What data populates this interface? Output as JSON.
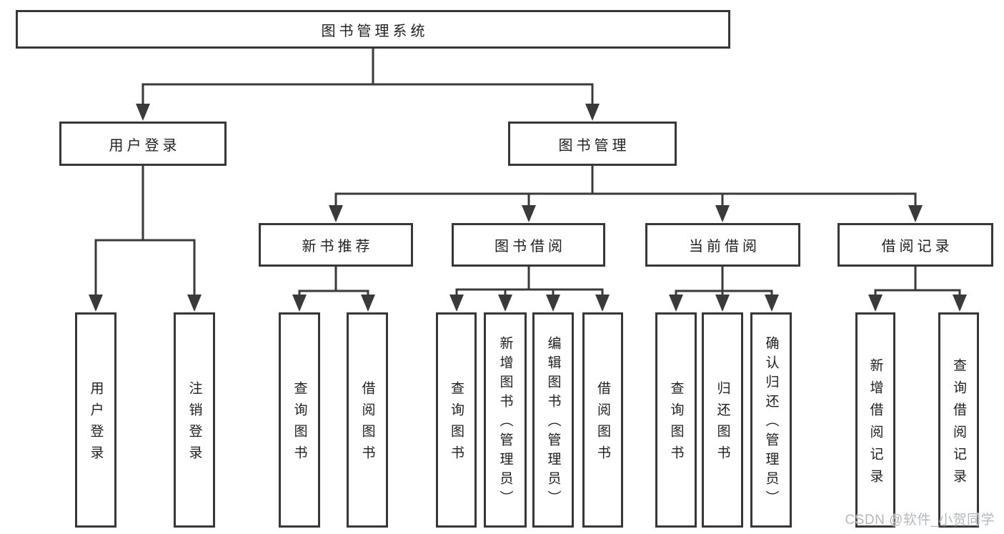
{
  "diagram": {
    "root": {
      "label": "图书管理系统"
    },
    "branches": [
      {
        "label": "用户登录",
        "children": [
          {
            "label": "用户登录"
          },
          {
            "label": "注销登录"
          }
        ]
      },
      {
        "label": "图书管理",
        "children": [
          {
            "label": "新书推荐",
            "children": [
              {
                "label": "查询图书"
              },
              {
                "label": "借阅图书"
              }
            ]
          },
          {
            "label": "图书借阅",
            "children": [
              {
                "label": "查询图书"
              },
              {
                "label": "新增图书（管理员）"
              },
              {
                "label": "编辑图书（管理员）"
              },
              {
                "label": "借阅图书"
              }
            ]
          },
          {
            "label": "当前借阅",
            "children": [
              {
                "label": "查询图书"
              },
              {
                "label": "归还图书"
              },
              {
                "label": "确认归还（管理员）"
              }
            ]
          },
          {
            "label": "借阅记录",
            "children": [
              {
                "label": "新增借阅记录"
              },
              {
                "label": "查询借阅记录"
              }
            ]
          }
        ]
      }
    ]
  },
  "watermark": {
    "text": "CSDN @软件_小贺同学"
  },
  "colors": {
    "line": "#3a3a3a",
    "box_border": "#373737",
    "text": "#1f1f1f",
    "watermark": "#b3b8be",
    "background": "#ffffff"
  }
}
